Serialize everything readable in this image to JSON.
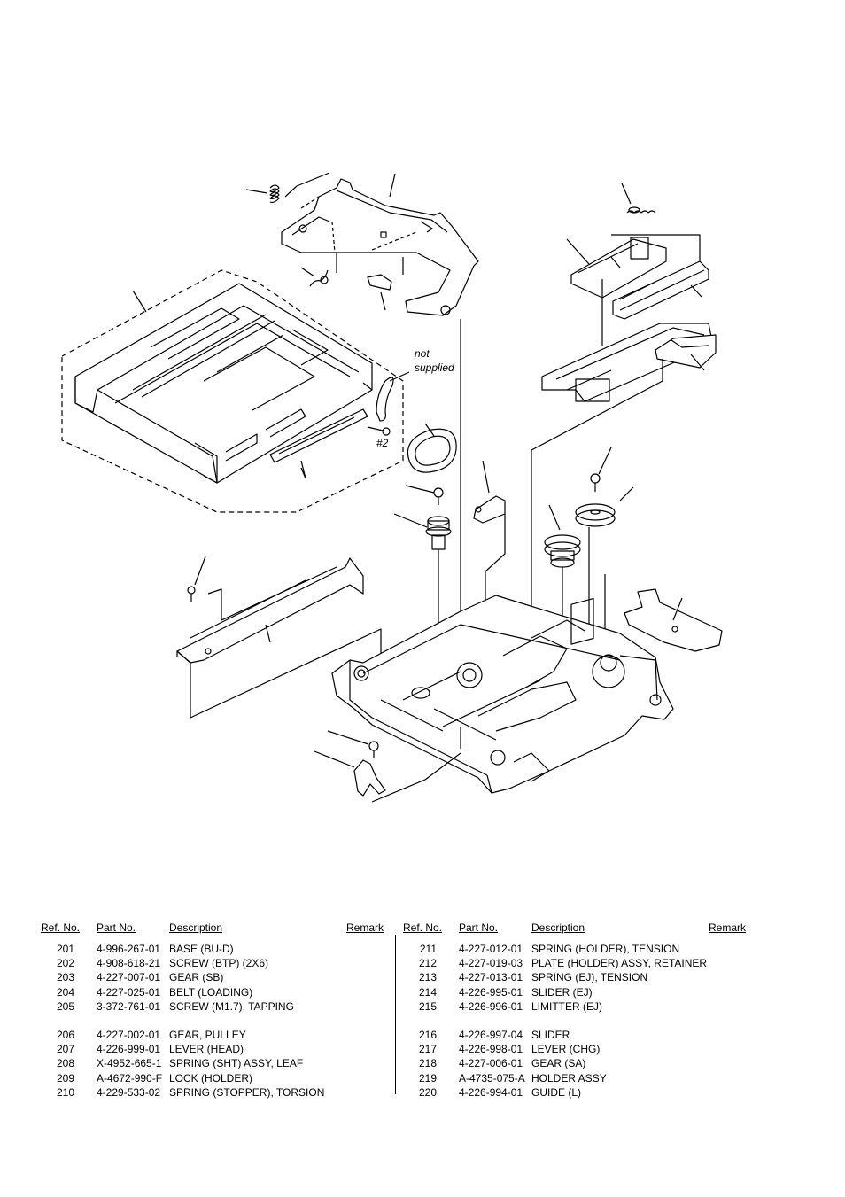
{
  "diagram": {
    "note_not_supplied": [
      "not",
      "supplied"
    ],
    "screw_label": "#2"
  },
  "parts_table": {
    "headers": {
      "ref": "Ref. No.",
      "part": "Part No.",
      "desc": "Description",
      "remark": "Remark"
    },
    "left": [
      {
        "ref": "201",
        "part": "4-996-267-01",
        "desc": "BASE (BU-D)"
      },
      {
        "ref": "202",
        "part": "4-908-618-21",
        "desc": "SCREW (BTP) (2X6)"
      },
      {
        "ref": "203",
        "part": "4-227-007-01",
        "desc": "GEAR (SB)"
      },
      {
        "ref": "204",
        "part": "4-227-025-01",
        "desc": "BELT (LOADING)"
      },
      {
        "ref": "205",
        "part": "3-372-761-01",
        "desc": "SCREW (M1.7), TAPPING"
      },
      {
        "ref": "206",
        "part": "4-227-002-01",
        "desc": "GEAR, PULLEY"
      },
      {
        "ref": "207",
        "part": "4-226-999-01",
        "desc": "LEVER (HEAD)"
      },
      {
        "ref": "208",
        "part": "X-4952-665-1",
        "desc": "SPRING (SHT) ASSY, LEAF"
      },
      {
        "ref": "209",
        "part": "A-4672-990-F",
        "desc": "LOCK (HOLDER)"
      },
      {
        "ref": "210",
        "part": "4-229-533-02",
        "desc": "SPRING (STOPPER), TORSION"
      }
    ],
    "right": [
      {
        "ref": "211",
        "part": "4-227-012-01",
        "desc": "SPRING (HOLDER), TENSION"
      },
      {
        "ref": "212",
        "part": "4-227-019-03",
        "desc": "PLATE (HOLDER) ASSY, RETAINER"
      },
      {
        "ref": "213",
        "part": "4-227-013-01",
        "desc": "SPRING (EJ), TENSION"
      },
      {
        "ref": "214",
        "part": "4-226-995-01",
        "desc": "SLIDER (EJ)"
      },
      {
        "ref": "215",
        "part": "4-226-996-01",
        "desc": "LIMITTER (EJ)"
      },
      {
        "ref": "216",
        "part": "4-226-997-04",
        "desc": "SLIDER"
      },
      {
        "ref": "217",
        "part": "4-226-998-01",
        "desc": "LEVER (CHG)"
      },
      {
        "ref": "218",
        "part": "4-227-006-01",
        "desc": "GEAR (SA)"
      },
      {
        "ref": "219",
        "part": "A-4735-075-A",
        "desc": "HOLDER ASSY"
      },
      {
        "ref": "220",
        "part": "4-226-994-01",
        "desc": "GUIDE (L)"
      }
    ]
  }
}
